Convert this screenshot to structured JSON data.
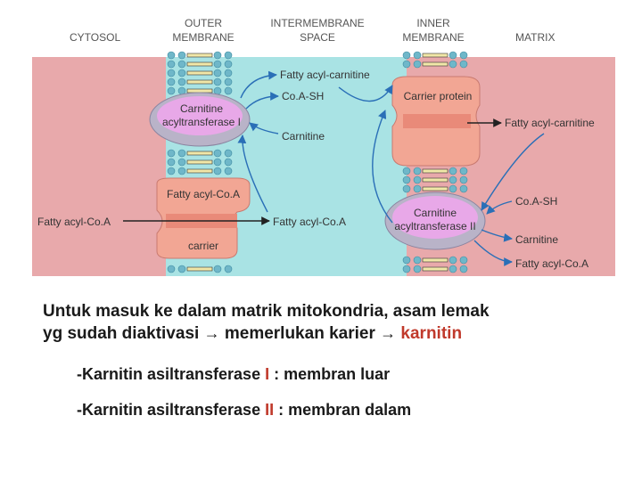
{
  "headers": {
    "cytosol": "CYTOSOL",
    "outer_membrane": "OUTER MEMBRANE",
    "intermembrane_space": "INTERMEMBRANE SPACE",
    "inner_membrane": "INNER MEMBRANE",
    "matrix": "MATRIX"
  },
  "diagram": {
    "cat1": "Carnitine acyltransferase I",
    "cat2": "Carnitine acyltransferase II",
    "carrier_protein": "Carrier protein",
    "carrier": "carrier",
    "outer_fatty_acyl_coa": "Fatty acyl-Co.A",
    "cytosol_fatty_acyl_coa": "Fatty acyl-Co.A",
    "ims_fatty_acyl_carnitine": "Fatty acyl-carnitine",
    "ims_coa_sh": "Co.A-SH",
    "ims_carnitine": "Carnitine",
    "ims_fatty_acyl_coa": "Fatty acyl-Co.A",
    "matrix_fatty_acyl_carnitine": "Fatty acyl-carnitine",
    "matrix_coa_sh": "Co.A-SH",
    "matrix_carnitine": "Carnitine",
    "matrix_fatty_acyl_coa": "Fatty acyl-Co.A"
  },
  "colors": {
    "cytosol": "#e8a9ab",
    "intermembrane": "#a9e3e4",
    "protein": "#f2a694",
    "enzyme_outer": "#b9b3c8",
    "enzyme_inner": "#e8a8e8",
    "lipid_head": "#6fb7c9",
    "arrow": "#2a6fb7",
    "highlight": "#c0392b"
  },
  "text": {
    "line1": "Untuk masuk ke dalam matrik mitokondria, asam lemak",
    "line2_a": "yg sudah diaktivasi",
    "line2_b": "memerlukan karier",
    "line2_c": "karnitin",
    "arrow_glyph": "→",
    "bullet1_a": "-Karnitin asiltransferase ",
    "bullet1_b": "I",
    "bullet1_c": " : membran luar",
    "bullet2_a": "-Karnitin asiltransferase ",
    "bullet2_b": "II",
    "bullet2_c": " : membran dalam"
  }
}
